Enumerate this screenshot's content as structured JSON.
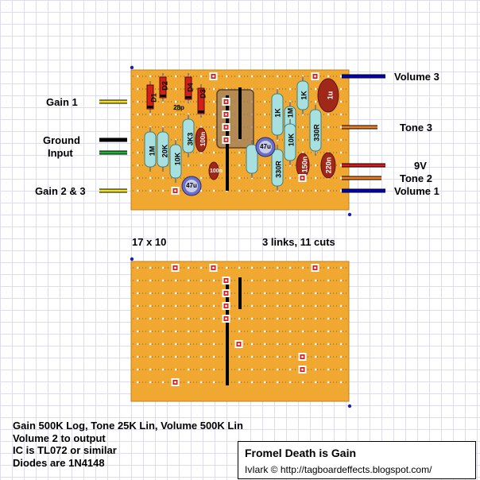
{
  "labels": {
    "gain1": "Gain 1",
    "ground": "Ground",
    "input": "Input",
    "gain23": "Gain 2 & 3",
    "volume3": "Volume 3",
    "tone3": "Tone 3",
    "nine_v": "9V",
    "tone2": "Tone 2",
    "volume1": "Volume 1"
  },
  "board": {
    "size": "17 x 10",
    "links_cuts": "3 links, 11 cuts"
  },
  "components": {
    "d1": "D1",
    "d2": "D2",
    "d3": "D3",
    "d4": "D4",
    "c28p": "28p",
    "r1m_a": "1M",
    "r20k": "20K",
    "r10k_a": "10K",
    "r3k3": "3K3",
    "c100n_a": "100n",
    "c47u_a": "47u",
    "c100n_b": "100n",
    "r1k_a": "1K",
    "c47u_b": "47u",
    "r330r_a": "330R",
    "r1m_b": "1M",
    "r1k_b": "1K",
    "r10k_b": "10K",
    "r330r_b": "330R",
    "c150n": "150n",
    "c1u": "1u",
    "c220n": "220n"
  },
  "notes": [
    "Gain 500K Log, Tone 25K Lin, Volume 500K Lin",
    "Volume 2 to output",
    "IC is TL072 or similar",
    "Diodes are 1N4148"
  ],
  "title": "Fromel Death is Gain",
  "credit": "IvIark © http://tagboardeffects.blogspot.com/",
  "colors": {
    "board": "#f0a830",
    "strip": "#b08030",
    "resistor": "#a8e0e0",
    "film_cap": "#a02818",
    "electrolytic": "#6a70c8",
    "diode": "#d02018",
    "wire_black": "#000000",
    "wire_blue": "#0000c8",
    "wire_yellow": "#f0e020",
    "wire_green": "#20b030",
    "wire_orange": "#f08020",
    "wire_red": "#e01818"
  }
}
